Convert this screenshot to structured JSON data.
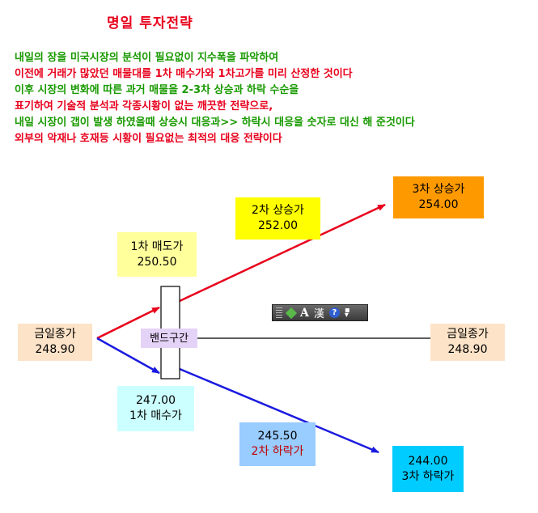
{
  "title": "명일 투자전략",
  "description": [
    {
      "text": "내일의 장을 미국시장의 분석이 필요없이 지수폭을 파악하여",
      "color": "green"
    },
    {
      "text": "이전에 거래가 많았던 매물대를 1차 매수가와 1차고가를 미리 산정한 것이다",
      "color": "red"
    },
    {
      "text": "이후 시장의 변화에 따른 과거 매물을 2-3차 상승과 하락 수순을",
      "color": "green"
    },
    {
      "text": "표기하여 기술적  분석과 각종시황이 없는 깨끗한 전략으로,",
      "color": "red"
    },
    {
      "text": "내일 시장이 갭이 발생 하였을때 상승시 대응과>> 하락시 대응을 숫자로 대신 해 준것이다",
      "color": "green"
    },
    {
      "text": "외부의 악재나 호재등  시황이 필요없는 최적의 대응 전략이다",
      "color": "red"
    }
  ],
  "boxes": {
    "close_left": {
      "label": "금일종가",
      "value": "248.90"
    },
    "close_right": {
      "label": "금일종가",
      "value": "248.90"
    },
    "sell1": {
      "label": "1차 매도가",
      "value": "250.50"
    },
    "rise2": {
      "label": "2차 상승가",
      "value": "252.00"
    },
    "rise3": {
      "label": "3차 상승가",
      "value": "254.00"
    },
    "buy1": {
      "value": "247.00",
      "label": "1차 매수가"
    },
    "fall2": {
      "value": "245.50",
      "label": "2차 하락가"
    },
    "fall3": {
      "value": "244.00",
      "label": "3차 하락가"
    },
    "band": {
      "label": "밴드구간"
    }
  },
  "toolbar": {
    "a_label": "A",
    "han_label": "漢",
    "help_label": "?"
  },
  "colors": {
    "title": "#e8001c",
    "green_text": "#189a00",
    "red_text": "#e8001c",
    "peach": "#fde3c8",
    "light_yellow": "#ffff9c",
    "yellow": "#ffff00",
    "orange": "#ff9900",
    "light_cyan": "#ccffff",
    "light_blue": "#99ccff",
    "cyan": "#00ccff",
    "band": "#e5d2f7",
    "up_arrow": "#e8001c",
    "down_arrow": "#1a1ae0"
  }
}
